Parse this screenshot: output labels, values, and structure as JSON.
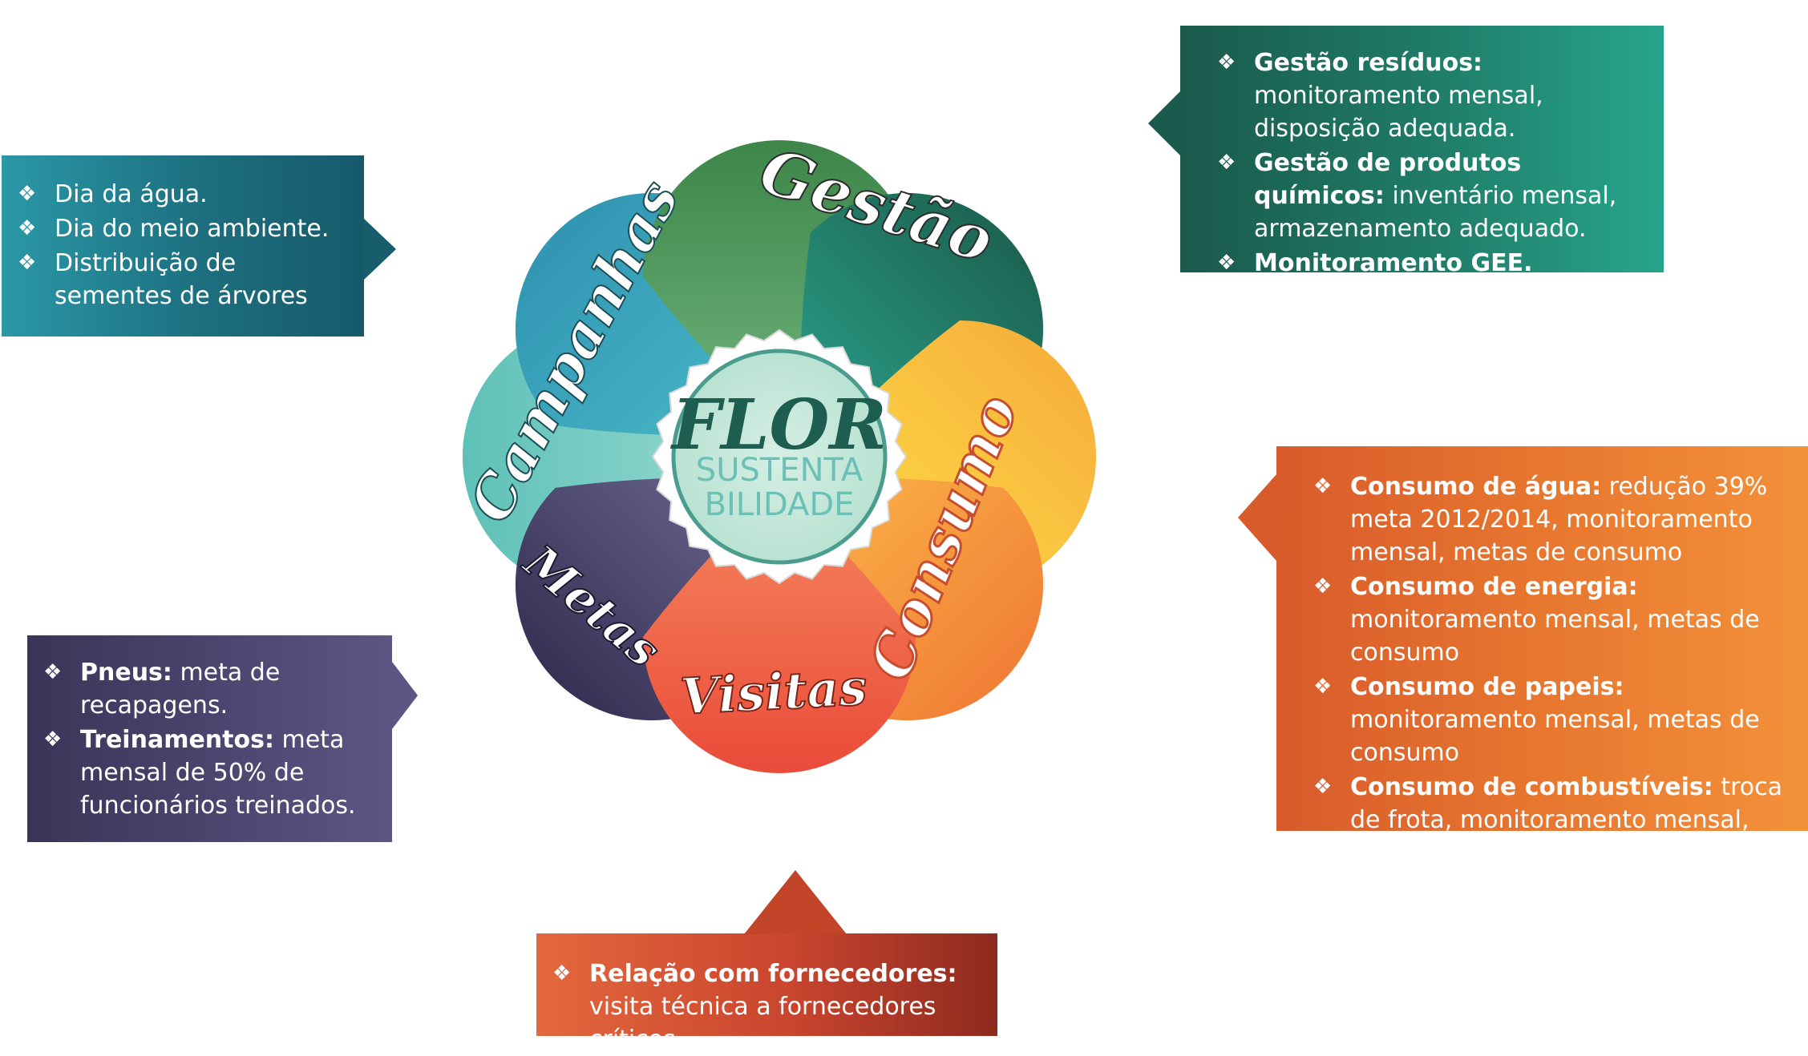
{
  "center": {
    "title": "FLOR",
    "line1": "SUSTENTA",
    "line2": "BILIDADE"
  },
  "petals": [
    {
      "name": "petal-gestao",
      "label": "Gestão",
      "color_from": "#6cb07a",
      "color_to": "#3e8048"
    },
    {
      "name": "petal-gestao-dark",
      "label": "",
      "color_from": "#2a9a80",
      "color_to": "#1b5e4e"
    },
    {
      "name": "petal-consumo-yellow",
      "label": "Consumo",
      "color_from": "#fddb45",
      "color_to": "#f6a73a"
    },
    {
      "name": "petal-consumo-orange",
      "label": "",
      "color_from": "#fbb446",
      "color_to": "#f07a35"
    },
    {
      "name": "petal-visitas",
      "label": "Visitas",
      "color_from": "#f5855c",
      "color_to": "#eb4f3b"
    },
    {
      "name": "petal-metas",
      "label": "Metas",
      "color_from": "#6b6590",
      "color_to": "#2f2b4e"
    },
    {
      "name": "petal-campanhas-light",
      "label": "",
      "color_from": "#8fd7cf",
      "color_to": "#5fc0b6"
    },
    {
      "name": "petal-campanhas",
      "label": "Campanhas",
      "color_from": "#4cbccb",
      "color_to": "#2a8fb0"
    }
  ],
  "callouts": {
    "campanhas": {
      "items": [
        {
          "bold": "",
          "text": "Dia da água."
        },
        {
          "bold": "",
          "text": "Dia do meio ambiente."
        },
        {
          "bold": "",
          "text": "Distribuição de sementes de árvores"
        }
      ]
    },
    "gestao": {
      "items": [
        {
          "bold": "Gestão resíduos:",
          "text": " monitoramento mensal, disposição adequada."
        },
        {
          "bold": "Gestão de produtos químicos:",
          "text": " inventário mensal, armazenamento adequado."
        },
        {
          "bold": "Monitoramento GEE.",
          "text": ""
        }
      ]
    },
    "metas": {
      "items": [
        {
          "bold": "Pneus:",
          "text": " meta de recapagens."
        },
        {
          "bold": "Treinamentos:",
          "text": " meta mensal de 50% de funcionários treinados."
        }
      ]
    },
    "consumo": {
      "items": [
        {
          "bold": "Consumo de água:",
          "text": " redução 39% meta 2012/2014, monitoramento mensal, metas de consumo"
        },
        {
          "bold": "Consumo de energia:",
          "text": " monitoramento mensal, metas de consumo"
        },
        {
          "bold": "Consumo de papeis:",
          "text": " monitoramento mensal, metas de consumo"
        },
        {
          "bold": "Consumo de combustíveis:",
          "text": " troca de frota, monitoramento mensal, metas de consumo"
        }
      ]
    },
    "visitas": {
      "items": [
        {
          "bold": "Relação com fornecedores:",
          "text": " visita técnica a fornecedores críticos"
        }
      ]
    }
  },
  "bullet_glyph": "❖"
}
